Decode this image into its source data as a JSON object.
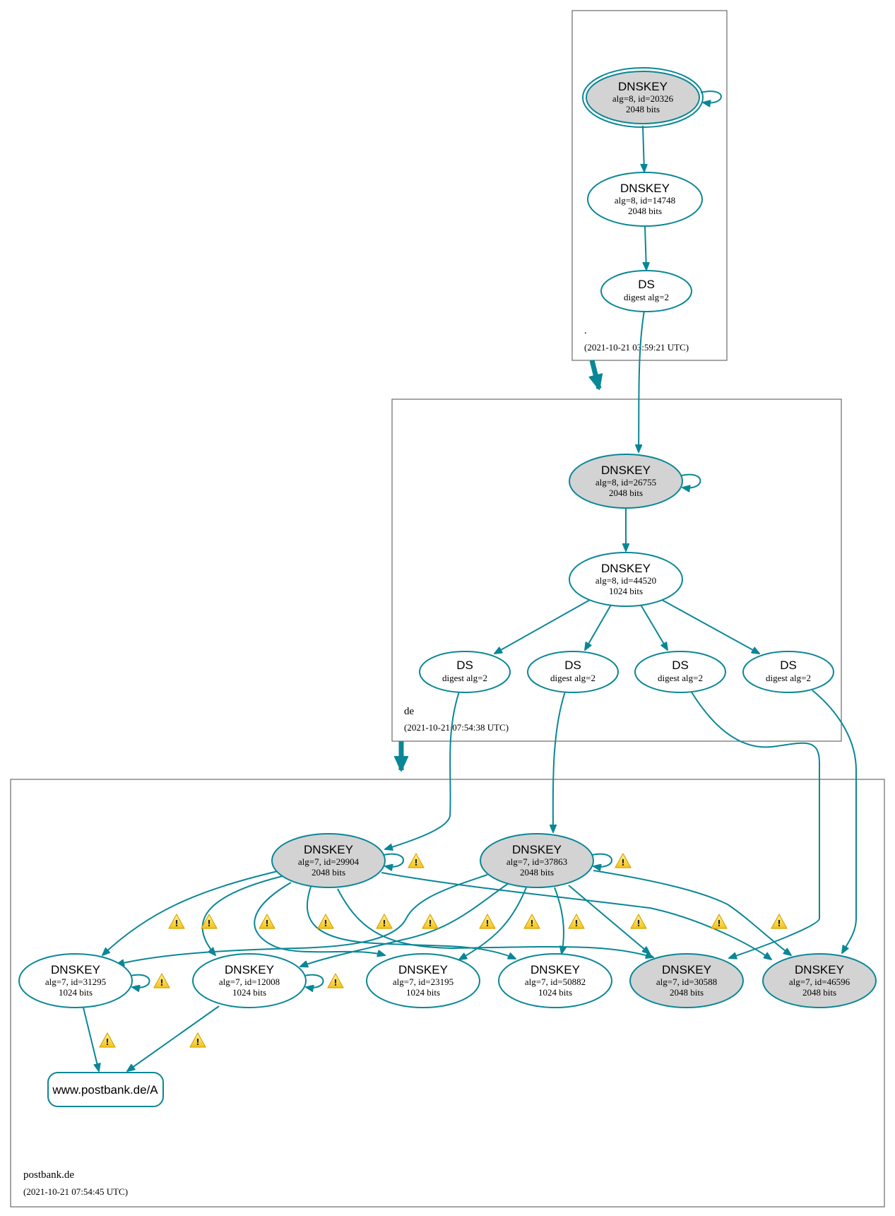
{
  "colors": {
    "edge": "#0a8796",
    "sep_fill": "#d3d3d3",
    "plain_fill": "#ffffff",
    "warning_fill": "#f5d33a",
    "zone_border": "#6b6b6b"
  },
  "zones": [
    {
      "id": "root",
      "name": ".",
      "timestamp": "(2021-10-21 03:59:21 UTC)"
    },
    {
      "id": "de",
      "name": "de",
      "timestamp": "(2021-10-21 07:54:38 UTC)"
    },
    {
      "id": "postbank",
      "name": "postbank.de",
      "timestamp": "(2021-10-21 07:54:45 UTC)"
    }
  ],
  "nodes": [
    {
      "id": "root_ksk",
      "zone": "root",
      "type": "DNSKEY",
      "line2": "alg=8, id=20326",
      "line3": "2048 bits",
      "sep": true,
      "trust_anchor": true
    },
    {
      "id": "root_zsk",
      "zone": "root",
      "type": "DNSKEY",
      "line2": "alg=8, id=14748",
      "line3": "2048 bits",
      "sep": false
    },
    {
      "id": "root_ds",
      "zone": "root",
      "type": "DS",
      "line2": "digest alg=2",
      "line3": "",
      "sep": false
    },
    {
      "id": "de_ksk",
      "zone": "de",
      "type": "DNSKEY",
      "line2": "alg=8, id=26755",
      "line3": "2048 bits",
      "sep": true
    },
    {
      "id": "de_zsk",
      "zone": "de",
      "type": "DNSKEY",
      "line2": "alg=8, id=44520",
      "line3": "1024 bits",
      "sep": false
    },
    {
      "id": "de_ds1",
      "zone": "de",
      "type": "DS",
      "line2": "digest alg=2",
      "line3": "",
      "sep": false
    },
    {
      "id": "de_ds2",
      "zone": "de",
      "type": "DS",
      "line2": "digest alg=2",
      "line3": "",
      "sep": false
    },
    {
      "id": "de_ds3",
      "zone": "de",
      "type": "DS",
      "line2": "digest alg=2",
      "line3": "",
      "sep": false
    },
    {
      "id": "de_ds4",
      "zone": "de",
      "type": "DS",
      "line2": "digest alg=2",
      "line3": "",
      "sep": false
    },
    {
      "id": "pb_29904",
      "zone": "postbank",
      "type": "DNSKEY",
      "line2": "alg=7, id=29904",
      "line3": "2048 bits",
      "sep": true
    },
    {
      "id": "pb_37863",
      "zone": "postbank",
      "type": "DNSKEY",
      "line2": "alg=7, id=37863",
      "line3": "2048 bits",
      "sep": true
    },
    {
      "id": "pb_31295",
      "zone": "postbank",
      "type": "DNSKEY",
      "line2": "alg=7, id=31295",
      "line3": "1024 bits",
      "sep": false
    },
    {
      "id": "pb_12008",
      "zone": "postbank",
      "type": "DNSKEY",
      "line2": "alg=7, id=12008",
      "line3": "1024 bits",
      "sep": false
    },
    {
      "id": "pb_23195",
      "zone": "postbank",
      "type": "DNSKEY",
      "line2": "alg=7, id=23195",
      "line3": "1024 bits",
      "sep": false
    },
    {
      "id": "pb_50882",
      "zone": "postbank",
      "type": "DNSKEY",
      "line2": "alg=7, id=50882",
      "line3": "1024 bits",
      "sep": false
    },
    {
      "id": "pb_30588",
      "zone": "postbank",
      "type": "DNSKEY",
      "line2": "alg=7, id=30588",
      "line3": "2048 bits",
      "sep": true
    },
    {
      "id": "pb_46596",
      "zone": "postbank",
      "type": "DNSKEY",
      "line2": "alg=7, id=46596",
      "line3": "2048 bits",
      "sep": true
    }
  ],
  "rrset": {
    "id": "rr_a",
    "label": "www.postbank.de/A"
  },
  "edges": [
    {
      "from": "root_ksk",
      "to": "root_ksk",
      "warning": false
    },
    {
      "from": "root_ksk",
      "to": "root_zsk",
      "warning": false
    },
    {
      "from": "root_zsk",
      "to": "root_ds",
      "warning": false
    },
    {
      "from": "root_ds",
      "to": "de_ksk",
      "warning": false
    },
    {
      "from": "de_ksk",
      "to": "de_ksk",
      "warning": false
    },
    {
      "from": "de_ksk",
      "to": "de_zsk",
      "warning": false
    },
    {
      "from": "de_zsk",
      "to": "de_ds1",
      "warning": false
    },
    {
      "from": "de_zsk",
      "to": "de_ds2",
      "warning": false
    },
    {
      "from": "de_zsk",
      "to": "de_ds3",
      "warning": false
    },
    {
      "from": "de_zsk",
      "to": "de_ds4",
      "warning": false
    },
    {
      "from": "de_ds1",
      "to": "pb_29904",
      "warning": false
    },
    {
      "from": "de_ds2",
      "to": "pb_37863",
      "warning": false
    },
    {
      "from": "de_ds3",
      "to": "pb_30588",
      "warning": false
    },
    {
      "from": "de_ds4",
      "to": "pb_46596",
      "warning": false
    },
    {
      "from": "pb_29904",
      "to": "pb_29904",
      "warning": true
    },
    {
      "from": "pb_37863",
      "to": "pb_37863",
      "warning": true
    },
    {
      "from": "pb_31295",
      "to": "pb_31295",
      "warning": true
    },
    {
      "from": "pb_12008",
      "to": "pb_12008",
      "warning": true
    },
    {
      "from": "pb_29904",
      "to": "pb_31295",
      "warning": true
    },
    {
      "from": "pb_29904",
      "to": "pb_12008",
      "warning": true
    },
    {
      "from": "pb_29904",
      "to": "pb_23195",
      "warning": true
    },
    {
      "from": "pb_29904",
      "to": "pb_50882",
      "warning": true
    },
    {
      "from": "pb_29904",
      "to": "pb_30588",
      "warning": true
    },
    {
      "from": "pb_29904",
      "to": "pb_46596",
      "warning": true
    },
    {
      "from": "pb_37863",
      "to": "pb_31295",
      "warning": true
    },
    {
      "from": "pb_37863",
      "to": "pb_12008",
      "warning": true
    },
    {
      "from": "pb_37863",
      "to": "pb_23195",
      "warning": true
    },
    {
      "from": "pb_37863",
      "to": "pb_50882",
      "warning": true
    },
    {
      "from": "pb_37863",
      "to": "pb_30588",
      "warning": true
    },
    {
      "from": "pb_37863",
      "to": "pb_46596",
      "warning": true
    },
    {
      "from": "pb_31295",
      "to": "rr_a",
      "warning": true
    },
    {
      "from": "pb_12008",
      "to": "rr_a",
      "warning": true
    }
  ],
  "delegations": [
    {
      "from": "root",
      "to": "de"
    },
    {
      "from": "de",
      "to": "postbank"
    }
  ],
  "warning_icon": {
    "name": "warning-icon",
    "glyph": "!"
  }
}
